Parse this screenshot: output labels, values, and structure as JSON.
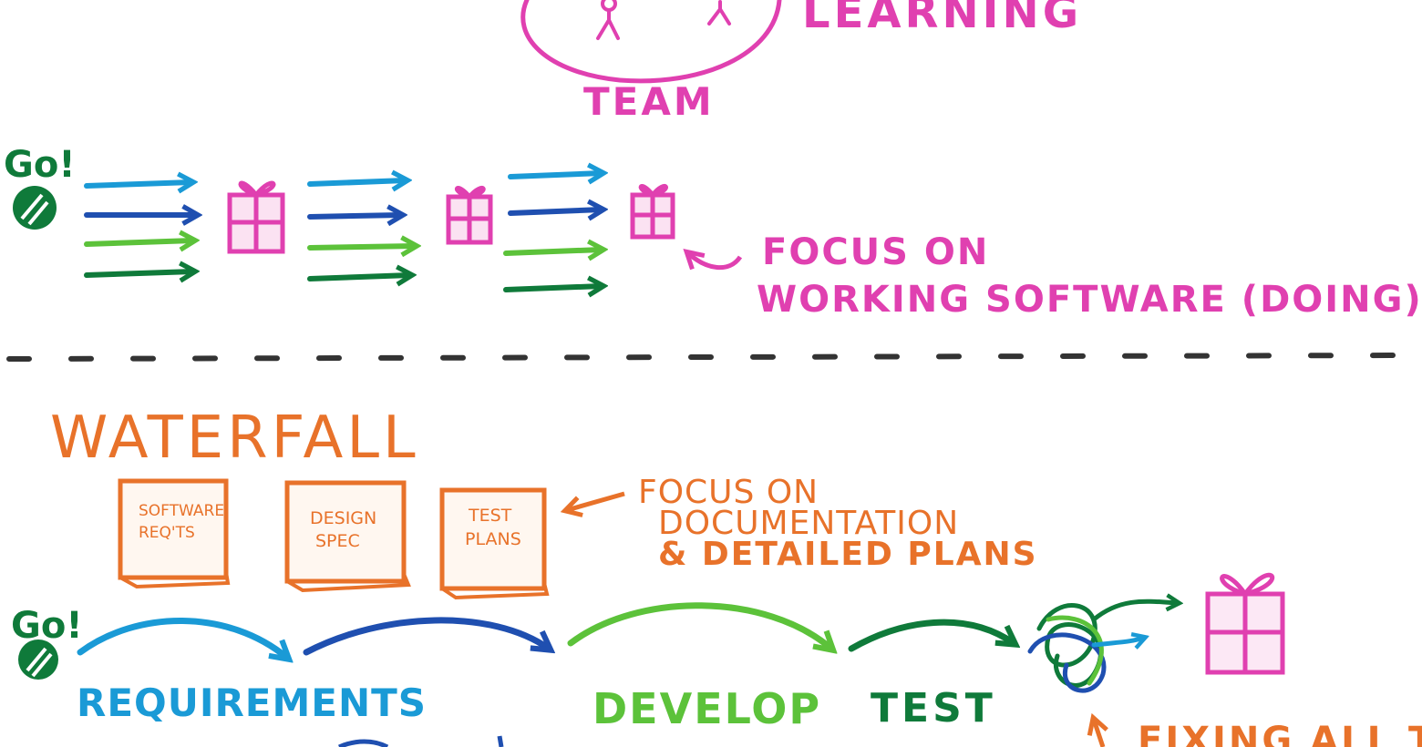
{
  "top_section": {
    "team_label": "TEAM",
    "learning_label": "LEARNING"
  },
  "agile_section": {
    "go_label": "Go!",
    "focus_line1": "FOCUS ON",
    "focus_line2": "WORKING SOFTWARE (DOING)"
  },
  "waterfall_section": {
    "title": "WATERFALL",
    "books": [
      {
        "line1": "SOFTWARE",
        "line2": "REQ'TS"
      },
      {
        "line1": "DESIGN",
        "line2": "SPEC"
      },
      {
        "line1": "TEST",
        "line2": "PLANS"
      }
    ],
    "docs_note_line1": "FOCUS ON",
    "docs_note_line2": "DOCUMENTATION",
    "docs_note_line3": "& DETAILED PLANS",
    "go_label": "Go!",
    "phases": [
      "REQUIREMENTS",
      "DEVELOP",
      "TEST"
    ],
    "bottom_note": "FIXING ALL THE"
  },
  "colors": {
    "magenta": "#e040b0",
    "orange": "#e8722a",
    "light_blue": "#1a9ad6",
    "dark_blue": "#1f4fb0",
    "light_green": "#5cc23a",
    "dark_green": "#0f7a3a",
    "divider": "#333333"
  }
}
